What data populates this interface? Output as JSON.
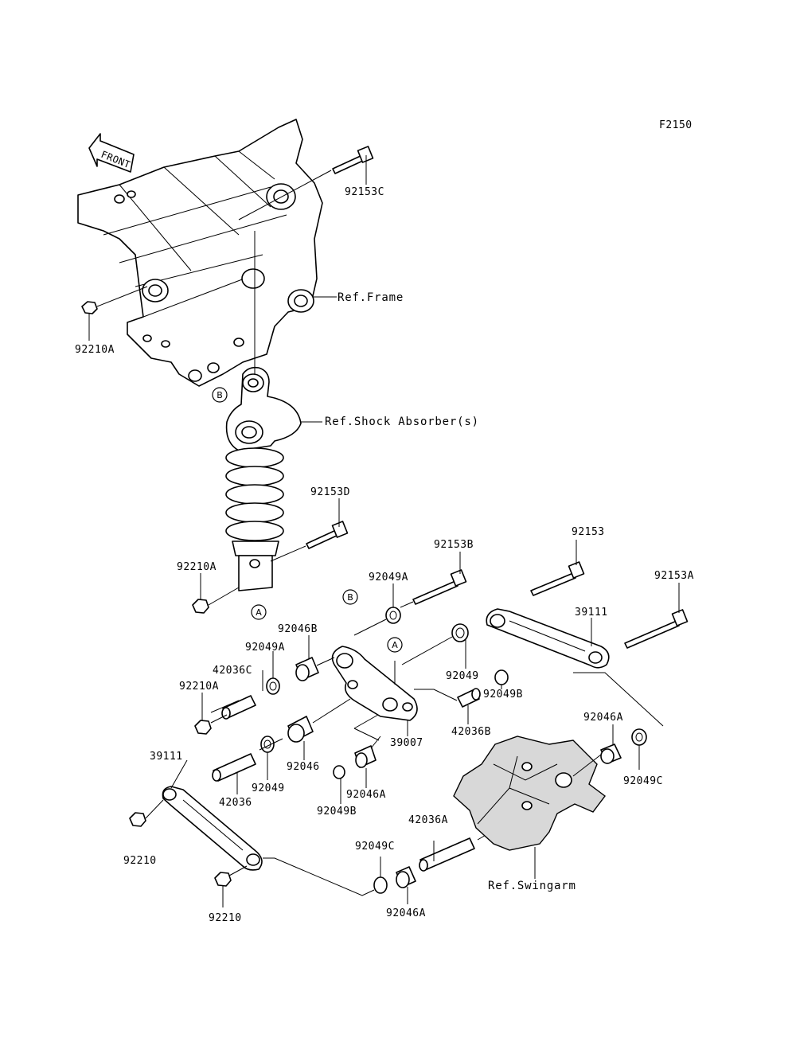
{
  "figure_code": "F2150",
  "direction_label": "FRONT",
  "references": {
    "frame": "Ref.Frame",
    "shock": "Ref.Shock Absorber(s)",
    "swingarm": "Ref.Swingarm"
  },
  "markers": {
    "a": "A",
    "b": "B"
  },
  "parts": [
    "92153C",
    "92210A",
    "92153D",
    "92210A",
    "92049A",
    "92153B",
    "92153",
    "92153A",
    "39111",
    "92046B",
    "92049A",
    "42036C",
    "92210A",
    "92049",
    "92049B",
    "42036B",
    "39007",
    "92046A",
    "39111",
    "92046",
    "92049",
    "42036",
    "92046A",
    "92049B",
    "92049C",
    "92210",
    "42036A",
    "92049C",
    "92210",
    "92046A"
  ]
}
